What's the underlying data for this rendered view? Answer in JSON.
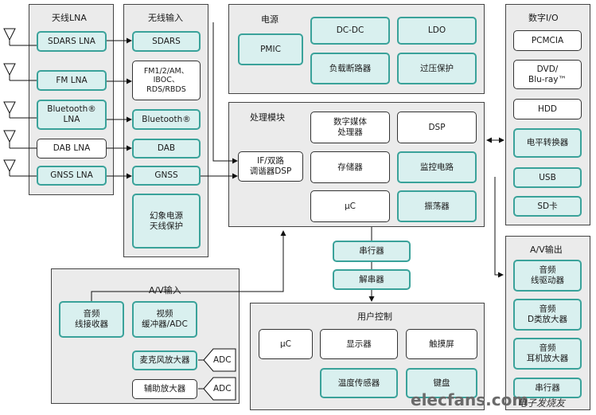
{
  "panels": {
    "wireless_lna": "天线LNA",
    "wireless_input": "无线输入",
    "power": "电源",
    "processing": "处理模块",
    "digital_io": "数字I/O",
    "av_output": "A/V输出",
    "av_input": "A/V输入",
    "user_control": "用户控制"
  },
  "lna": [
    "SDARS LNA",
    "FM LNA",
    "Bluetooth®\nLNA",
    "DAB LNA",
    "GNSS LNA"
  ],
  "wireless_in": [
    "SDARS",
    "FM1/2/AM、\nIBOC、\nRDS/RBDS",
    "Bluetooth®",
    "DAB",
    "GNSS",
    "幻象电源\n天线保护"
  ],
  "power_blocks": [
    "PMIC",
    "DC-DC",
    "LDO",
    "负载断路器",
    "过压保护"
  ],
  "proc_blocks": [
    "IF/双路\n调谐器DSP",
    "数字媒体\n处理器",
    "DSP",
    "存储器",
    "监控电路",
    "μC",
    "振荡器"
  ],
  "serial": [
    "串行器",
    "解串器"
  ],
  "digital_io": [
    "PCMCIA",
    "DVD/\nBlu-ray™",
    "HDD",
    "电平转换器",
    "USB",
    "SD卡"
  ],
  "av_out": [
    "音频\n线驱动器",
    "音频\nD类放大器",
    "音频\n耳机放大器",
    "串行器"
  ],
  "av_in": [
    "音频\n线接收器",
    "视频\n缓冲器/ADC",
    "麦克风放大器",
    "辅助放大器"
  ],
  "adc": [
    "ADC",
    "ADC"
  ],
  "user_ctrl": [
    "μC",
    "显示器",
    "触摸屏",
    "温度传感器",
    "键盘"
  ],
  "watermark": {
    "site": "elecfans.com",
    "cn": "电子发烧友"
  }
}
